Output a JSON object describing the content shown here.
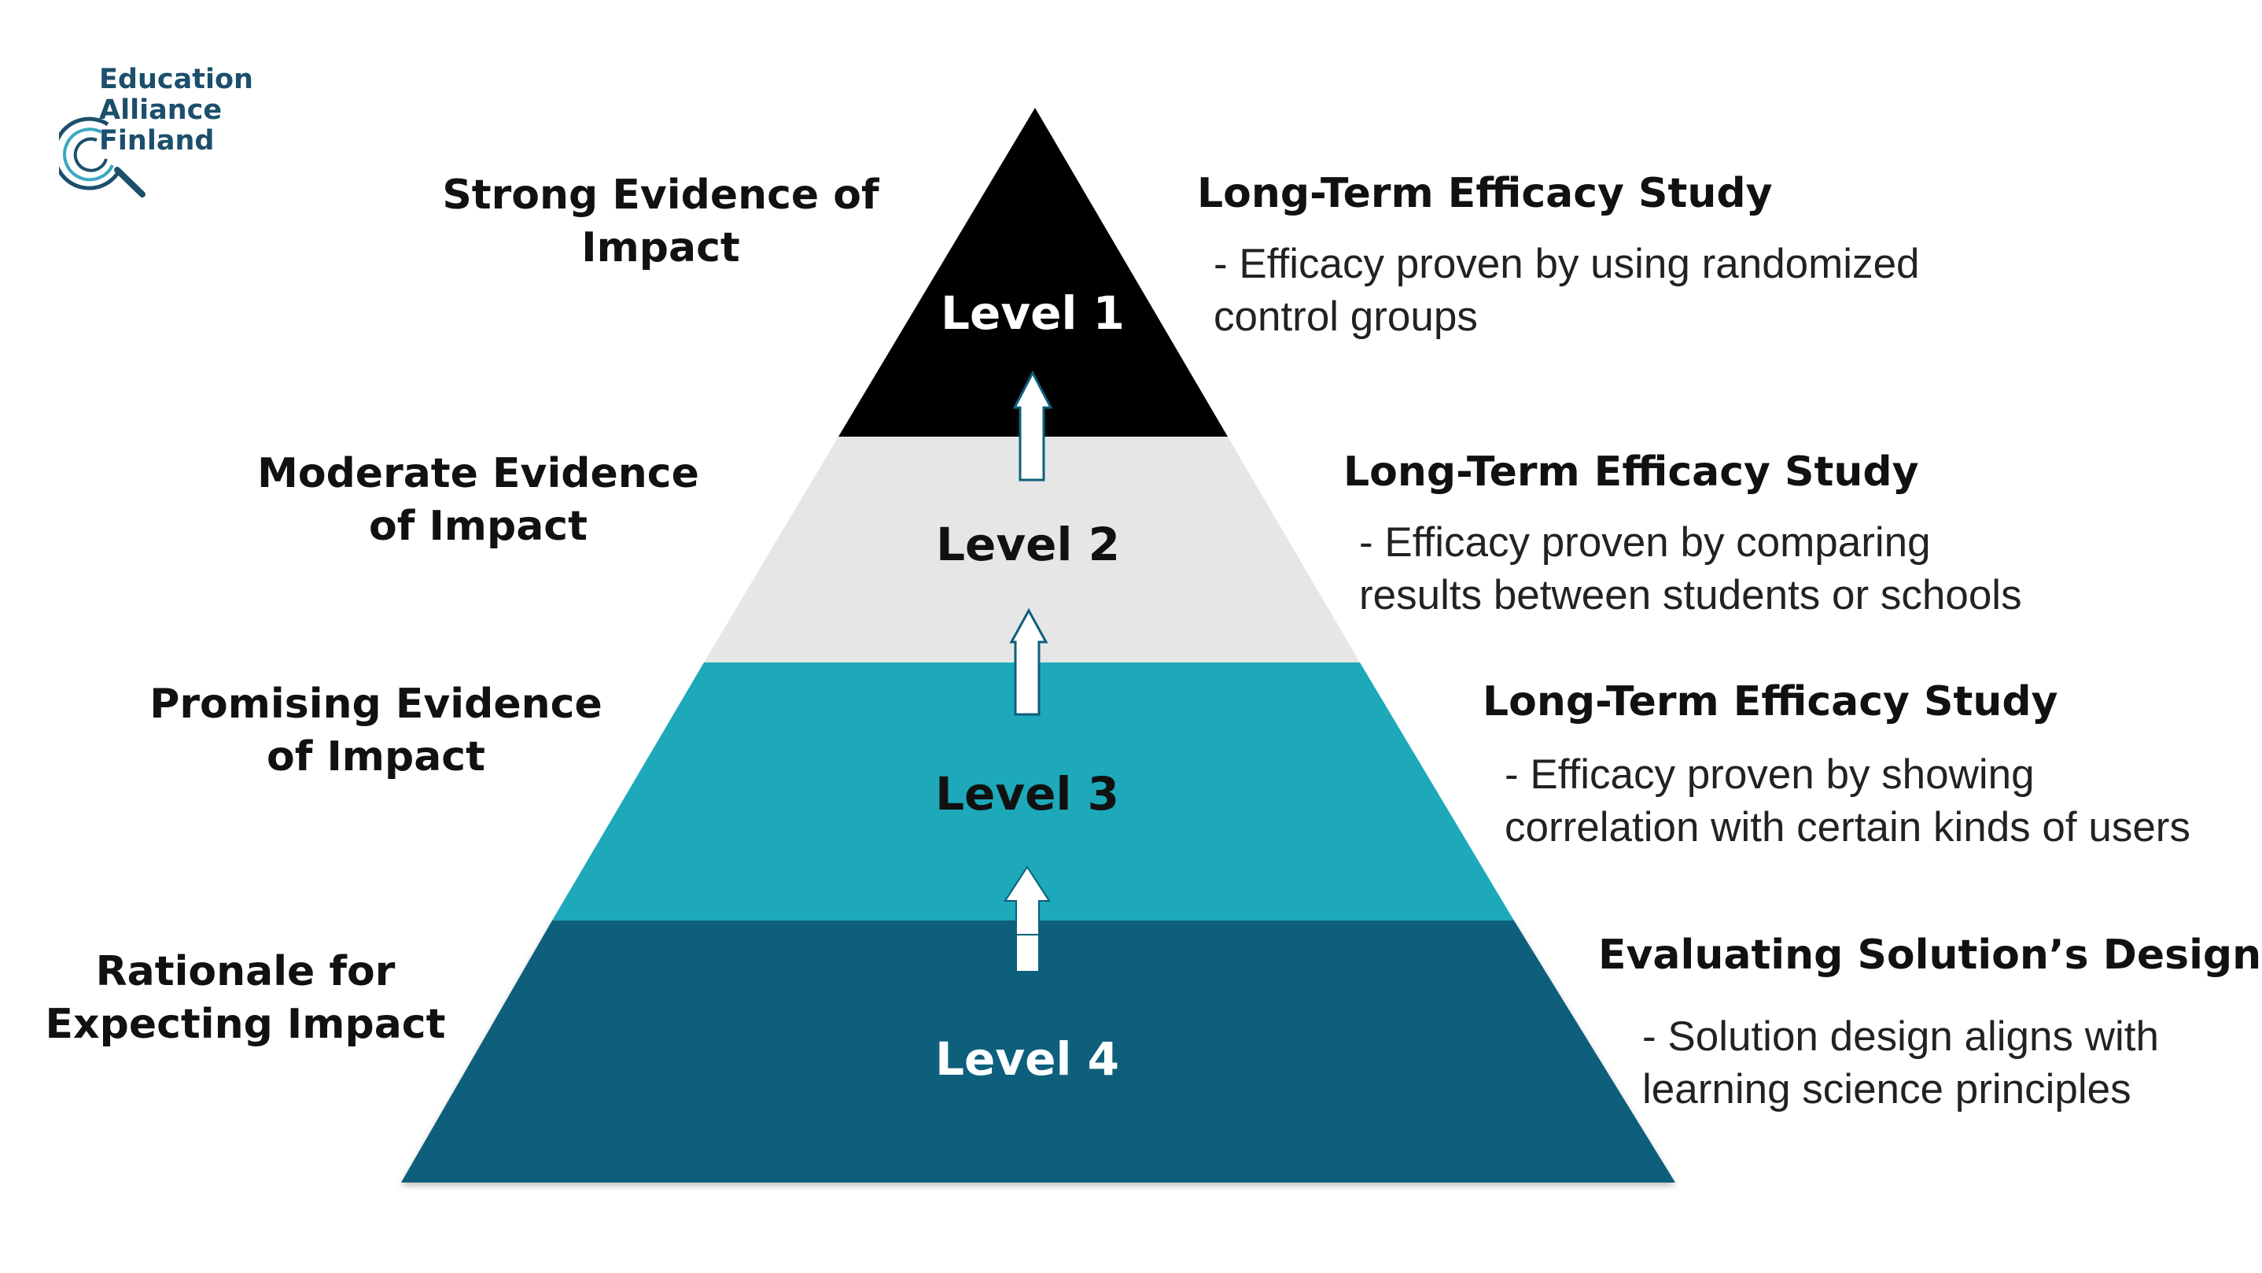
{
  "logo": {
    "lines": [
      "Education",
      "Alliance",
      "Finland"
    ]
  },
  "colors": {
    "level1": "#000000",
    "level2": "#e6e6e6",
    "level3": "#1da9ba",
    "level4": "#0d5f7b",
    "logo": "#1c4f6b",
    "logo_accent": "#3aa8c1"
  },
  "levels": [
    {
      "label": "Level 1",
      "left_lines": [
        "Strong Evidence of",
        "Impact"
      ],
      "title": "Long-Term Efficacy Study",
      "desc_lines": [
        "- Efficacy proven by using randomized",
        "control groups"
      ]
    },
    {
      "label": "Level 2",
      "left_lines": [
        "Moderate Evidence",
        "of Impact"
      ],
      "title": "Long-Term Efficacy Study",
      "desc_lines": [
        "- Efficacy proven by comparing",
        "results between students or schools"
      ]
    },
    {
      "label": "Level 3",
      "left_lines": [
        "Promising Evidence",
        "of Impact"
      ],
      "title": "Long-Term Efficacy Study",
      "desc_lines": [
        "- Efficacy proven by showing",
        "correlation with certain kinds of users"
      ]
    },
    {
      "label": "Level 4",
      "left_lines": [
        "Rationale for",
        "Expecting Impact"
      ],
      "title": "Evaluating Solution’s Design",
      "desc_lines": [
        "- Solution design aligns with",
        "learning science principles"
      ]
    }
  ]
}
